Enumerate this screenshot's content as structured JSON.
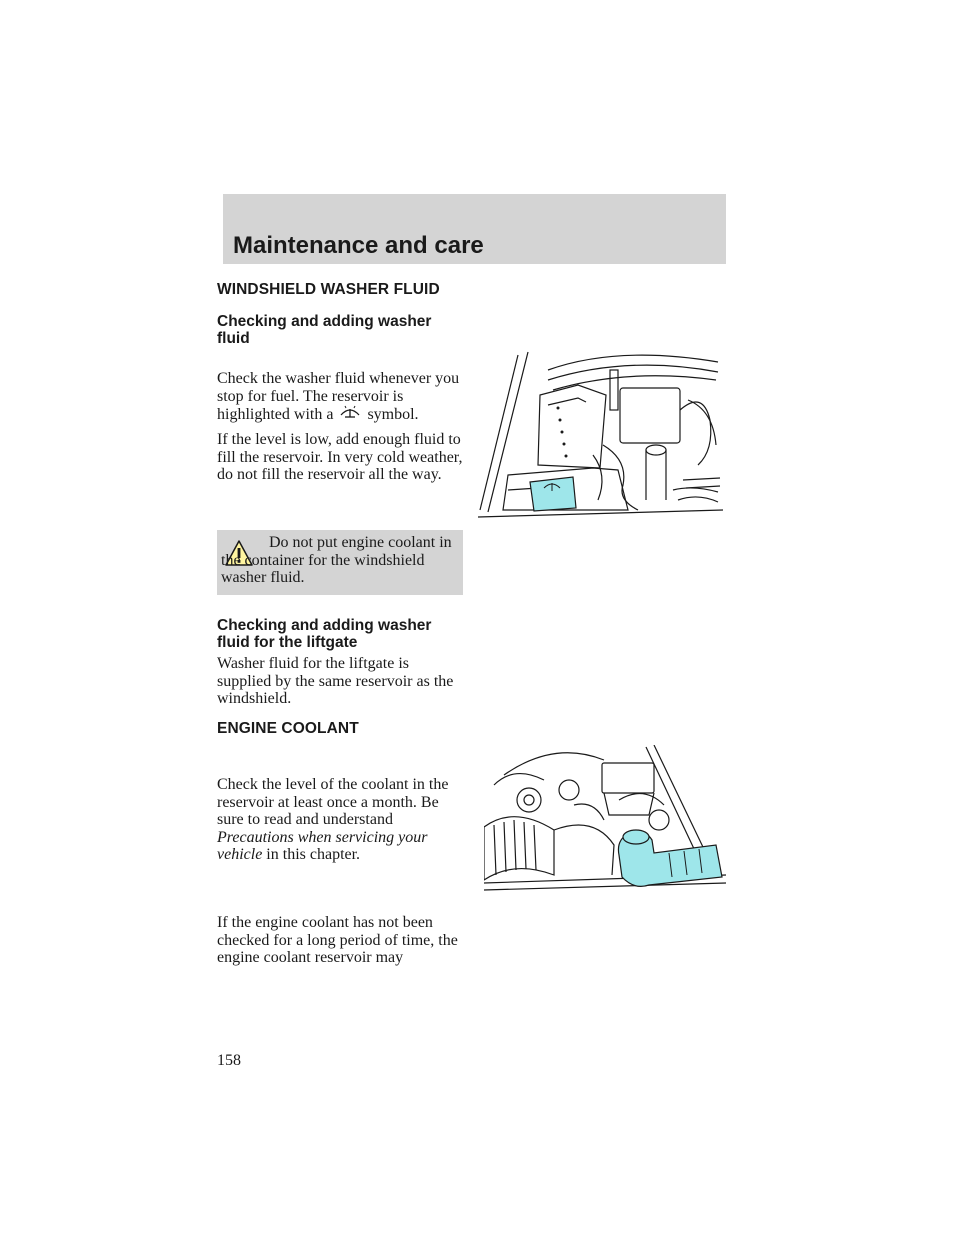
{
  "header": {
    "title": "Maintenance and care"
  },
  "washer": {
    "heading": "WINDSHIELD WASHER FLUID",
    "subheading": "Checking and adding washer fluid",
    "p1_before": "Check the washer fluid whenever you stop for fuel. The reservoir is highlighted with a",
    "p1_after": "symbol.",
    "p2": "If the level is low, add enough fluid to fill the reservoir. In very cold weather, do not fill the reservoir all the way.",
    "warning": "Do not put engine coolant in the container for the windshield washer fluid.",
    "liftgate_heading": "Checking and adding washer fluid for the liftgate",
    "liftgate_text": "Washer fluid for the liftgate is supplied by the same reservoir as the windshield."
  },
  "coolant": {
    "heading": "ENGINE COOLANT",
    "p1_before": "Check the level of the coolant in the reservoir at least once a month. Be sure to read and understand",
    "p1_italic": "Precautions when servicing your vehicle",
    "p1_after": "in this chapter.",
    "p2": "If the engine coolant has not been checked for a long period of time, the engine coolant reservoir may"
  },
  "footer": {
    "page_number": "158"
  },
  "colors": {
    "highlight": "#9ee6ea",
    "header_bg": "#d4d4d4",
    "warning_bg": "#d4d4d4"
  },
  "icons": {
    "warning": "warning-triangle-icon",
    "washer_symbol": "windshield-washer-icon"
  }
}
